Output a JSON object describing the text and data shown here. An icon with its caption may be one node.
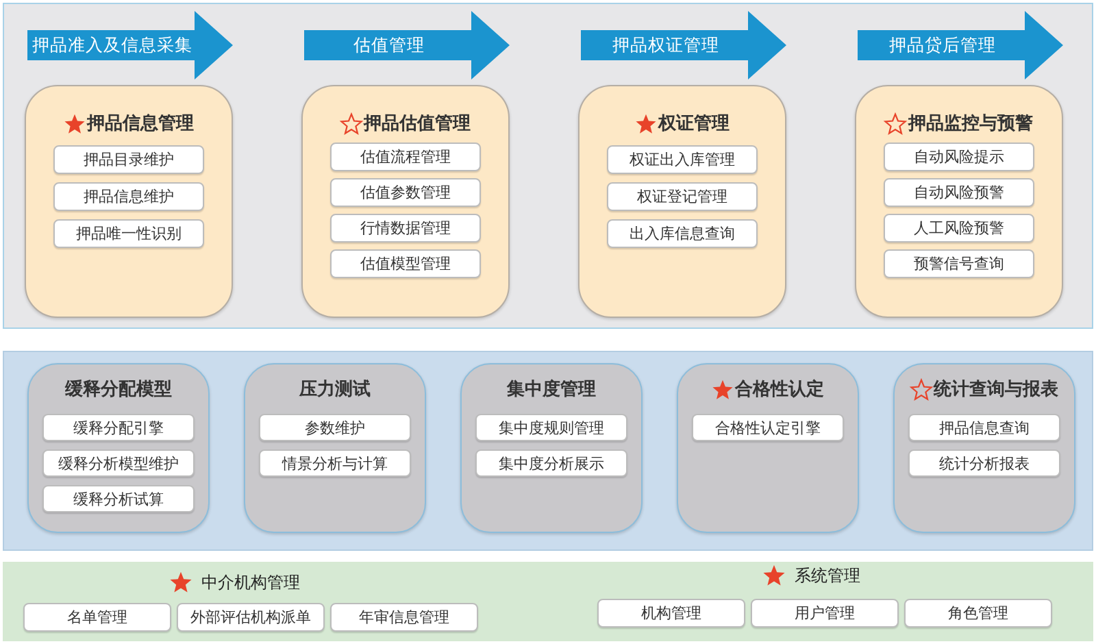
{
  "diagram": {
    "nodes": [
      {
        "text": [],
        "shape": "band"
      },
      {
        "text": [
          "押品准入及信息采集"
        ],
        "in": 0
      },
      {
        "text": [
          "押品信息管理"
        ],
        "in": 0
      },
      {
        "text": [
          "押品目录维护"
        ],
        "in": 2
      },
      {
        "text": [
          "押品信息维护"
        ],
        "in": 2
      },
      {
        "text": [
          "押品唯一性识别"
        ],
        "in": 2
      },
      {
        "text": [
          "估值管理"
        ],
        "in": 0
      },
      {
        "text": [
          "押品估值管理"
        ],
        "in": 0
      },
      {
        "text": [
          "估值流程管理"
        ],
        "in": 7
      },
      {
        "text": [
          "估值参数管理"
        ],
        "in": 7
      },
      {
        "text": [
          "行情数据管理"
        ],
        "in": 7
      },
      {
        "text": [
          "估值模型管理"
        ],
        "in": 7
      },
      {
        "text": [
          "押品权证管理"
        ],
        "in": 0
      },
      {
        "text": [
          "权证管理"
        ],
        "in": 0
      },
      {
        "text": [
          "权证出入库管理"
        ],
        "in": 13
      },
      {
        "text": [
          "权证登记管理"
        ],
        "in": 13
      },
      {
        "text": [
          "出入库信息查询"
        ],
        "in": 13
      },
      {
        "text": [
          "押品贷后管理"
        ],
        "in": 0
      },
      {
        "text": [
          "押品监控与预警"
        ],
        "in": 0
      },
      {
        "text": [
          "自动风险提示"
        ],
        "in": 18
      },
      {
        "text": [
          "自动风险预警"
        ],
        "in": 18
      },
      {
        "text": [
          "人工风险预警"
        ],
        "in": 18
      },
      {
        "text": [
          "预警信号查询"
        ],
        "in": 18
      },
      {
        "text": [],
        "shape": "band"
      },
      {
        "text": [
          "缓释分配模型"
        ],
        "in": 23
      },
      {
        "text": [
          "缓释分配引擎"
        ],
        "in": 24
      },
      {
        "text": [
          "缓释分析模型维护"
        ],
        "in": 24
      },
      {
        "text": [
          "缓释分析试算"
        ],
        "in": 24
      },
      {
        "text": [
          "压力测试"
        ],
        "in": 23
      },
      {
        "text": [
          "参数维护"
        ],
        "in": 28
      },
      {
        "text": [
          "情景分析与计算"
        ],
        "in": 28
      },
      {
        "text": [
          "集中度管理"
        ],
        "in": 23
      },
      {
        "text": [
          "集中度规则管理"
        ],
        "in": 31
      },
      {
        "text": [
          "集中度分析展示"
        ],
        "in": 31
      },
      {
        "text": [
          "合格性认定"
        ],
        "in": 23
      },
      {
        "text": [
          "合格性认定引擎"
        ],
        "in": 34
      },
      {
        "text": [
          "统计查询与报表"
        ],
        "in": 23
      },
      {
        "text": [
          "押品信息查询"
        ],
        "in": 36
      },
      {
        "text": [
          "统计分析报表"
        ],
        "in": 36
      },
      {
        "text": [],
        "shape": "band"
      },
      {
        "text": [
          "名单管理"
        ],
        "in": 39
      },
      {
        "text": [
          "外部评估机构派单"
        ],
        "in": 39
      },
      {
        "text": [
          "年审信息管理"
        ],
        "in": 39
      },
      {
        "text": [
          "机构管理"
        ],
        "in": 39
      },
      {
        "text": [
          "用户管理"
        ],
        "in": 39
      },
      {
        "text": [
          "角色管理"
        ],
        "in": 39
      }
    ],
    "labels": [
      "中介机构管理",
      "系统管理"
    ]
  }
}
